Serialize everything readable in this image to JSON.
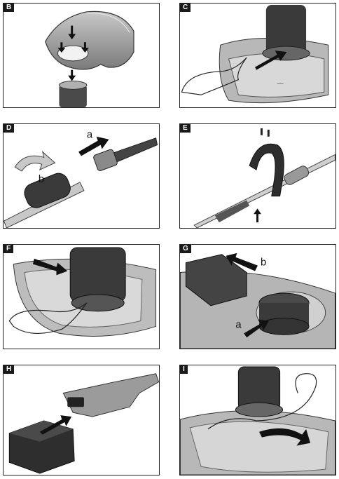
{
  "panels": [
    {
      "letter": "B"
    },
    {
      "letter": "C"
    },
    {
      "letter": "D",
      "labels": [
        "a",
        "b"
      ]
    },
    {
      "letter": "E"
    },
    {
      "letter": "F"
    },
    {
      "letter": "G",
      "labels": [
        "b",
        "a"
      ]
    },
    {
      "letter": "H"
    },
    {
      "letter": "I"
    }
  ],
  "colors": {
    "frame": "#222222",
    "tag": "#1a1a1a",
    "body_dark": "#3a3a3a",
    "body_mid": "#8a8a8a",
    "body_light": "#d6d6d6",
    "arrow": "#111111"
  }
}
